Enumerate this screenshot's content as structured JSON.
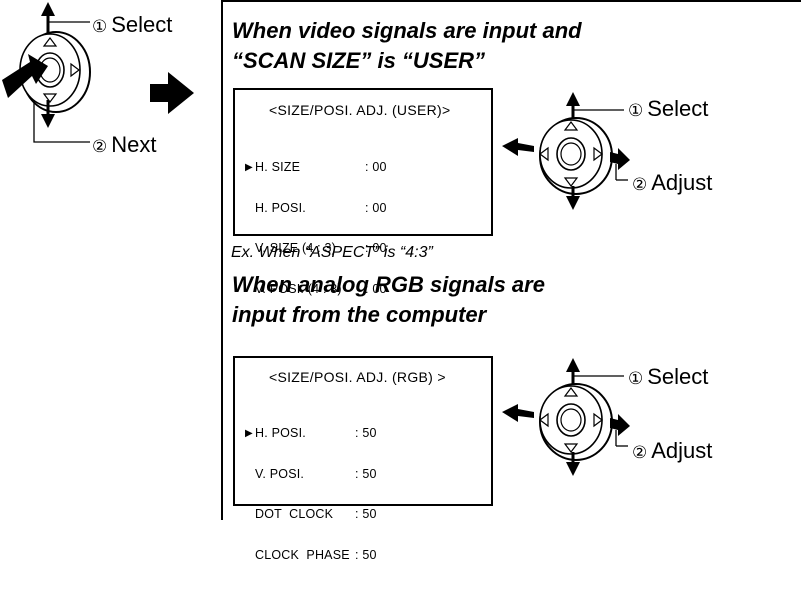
{
  "left_diagram": {
    "select": {
      "num": "①",
      "label": "Select"
    },
    "next": {
      "num": "②",
      "label": "Next"
    }
  },
  "section_user": {
    "heading_line1": "When video signals are input and",
    "heading_line2": "“SCAN SIZE” is “USER”",
    "screen_title": "<SIZE/POSI.  ADJ. (USER)>",
    "rows": [
      {
        "name": "H. SIZE",
        "value": ": 00",
        "selected": true
      },
      {
        "name": "H. POSI.",
        "value": ": 00",
        "selected": false
      },
      {
        "name": "V. SIZE (4 : 3)",
        "value": ": 00",
        "selected": false
      },
      {
        "name": "V. POSI. (4 : 3)",
        "value": ": 00",
        "selected": false
      }
    ],
    "select": {
      "num": "①",
      "label": "Select"
    },
    "adjust": {
      "num": "②",
      "label": "Adjust"
    },
    "caption": "Ex. When “ASPECT” is “4:3”"
  },
  "section_rgb": {
    "heading_line1": "When analog RGB signals are",
    "heading_line2": "input from the computer",
    "screen_title": "<SIZE/POSI.  ADJ. (RGB) >",
    "rows": [
      {
        "name": "H. POSI.",
        "value": ": 50",
        "selected": true
      },
      {
        "name": "V. POSI.",
        "value": ": 50",
        "selected": false
      },
      {
        "name": "DOT  CLOCK",
        "value": ": 50",
        "selected": false
      },
      {
        "name": "CLOCK  PHASE",
        "value": ": 50",
        "selected": false
      }
    ],
    "select": {
      "num": "①",
      "label": "Select"
    },
    "adjust": {
      "num": "②",
      "label": "Adjust"
    }
  },
  "icons": {
    "selected_marker": "▶"
  }
}
